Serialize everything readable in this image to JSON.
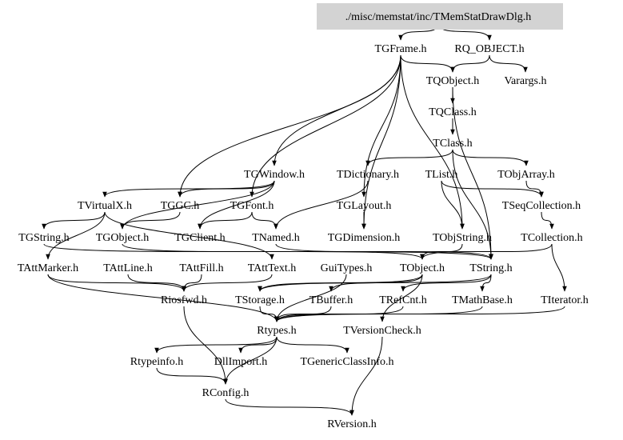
{
  "graph": {
    "root": "./misc/memstat/inc/TMemStatDrawDlg.h",
    "nodes": [
      {
        "id": "root",
        "label": "./misc/memstat/inc/TMemStatDrawDlg.h"
      },
      {
        "id": "TGFrame",
        "label": "TGFrame.h"
      },
      {
        "id": "RQ_OBJECT",
        "label": "RQ_OBJECT.h"
      },
      {
        "id": "TQObject",
        "label": "TQObject.h"
      },
      {
        "id": "Varargs",
        "label": "Varargs.h"
      },
      {
        "id": "TQClass",
        "label": "TQClass.h"
      },
      {
        "id": "TClass",
        "label": "TClass.h"
      },
      {
        "id": "TGWindow",
        "label": "TGWindow.h"
      },
      {
        "id": "TDictionary",
        "label": "TDictionary.h"
      },
      {
        "id": "TList",
        "label": "TList.h"
      },
      {
        "id": "TObjArray",
        "label": "TObjArray.h"
      },
      {
        "id": "TVirtualX",
        "label": "TVirtualX.h"
      },
      {
        "id": "TGGC",
        "label": "TGGC.h"
      },
      {
        "id": "TGFont",
        "label": "TGFont.h"
      },
      {
        "id": "TGLayout",
        "label": "TGLayout.h"
      },
      {
        "id": "TSeqCollection",
        "label": "TSeqCollection.h"
      },
      {
        "id": "TGString",
        "label": "TGString.h"
      },
      {
        "id": "TGObject",
        "label": "TGObject.h"
      },
      {
        "id": "TGClient",
        "label": "TGClient.h"
      },
      {
        "id": "TNamed",
        "label": "TNamed.h"
      },
      {
        "id": "TGDimension",
        "label": "TGDimension.h"
      },
      {
        "id": "TObjString",
        "label": "TObjString.h"
      },
      {
        "id": "TCollection",
        "label": "TCollection.h"
      },
      {
        "id": "TAttMarker",
        "label": "TAttMarker.h"
      },
      {
        "id": "TAttLine",
        "label": "TAttLine.h"
      },
      {
        "id": "TAttFill",
        "label": "TAttFill.h"
      },
      {
        "id": "TAttText",
        "label": "TAttText.h"
      },
      {
        "id": "GuiTypes",
        "label": "GuiTypes.h"
      },
      {
        "id": "TObject",
        "label": "TObject.h"
      },
      {
        "id": "TString",
        "label": "TString.h"
      },
      {
        "id": "Riosfwd",
        "label": "Riosfwd.h"
      },
      {
        "id": "TStorage",
        "label": "TStorage.h"
      },
      {
        "id": "TBuffer",
        "label": "TBuffer.h"
      },
      {
        "id": "TRefCnt",
        "label": "TRefCnt.h"
      },
      {
        "id": "TMathBase",
        "label": "TMathBase.h"
      },
      {
        "id": "TIterator",
        "label": "TIterator.h"
      },
      {
        "id": "Rtypes",
        "label": "Rtypes.h"
      },
      {
        "id": "TVersionCheck",
        "label": "TVersionCheck.h"
      },
      {
        "id": "Rtypeinfo",
        "label": "Rtypeinfo.h"
      },
      {
        "id": "DllImport",
        "label": "DllImport.h"
      },
      {
        "id": "TGenericClassInfo",
        "label": "TGenericClassInfo.h"
      },
      {
        "id": "RConfig",
        "label": "RConfig.h"
      },
      {
        "id": "RVersion",
        "label": "RVersion.h"
      }
    ]
  }
}
